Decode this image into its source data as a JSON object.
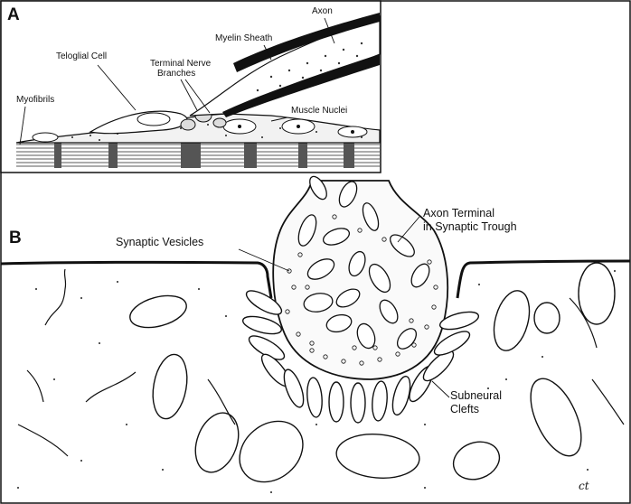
{
  "panel_a": {
    "letter": "A",
    "labels": {
      "axon": "Axon",
      "myelin_sheath": "Myelin Sheath",
      "teloglial_cell": "Teloglial Cell",
      "terminal_nerve_branches_1": "Terminal Nerve",
      "terminal_nerve_branches_2": "Branches",
      "myofibrils": "Myofibrils",
      "muscle_nuclei": "Muscle Nuclei"
    }
  },
  "panel_b": {
    "letter": "B",
    "labels": {
      "synaptic_vesicles": "Synaptic Vesicles",
      "axon_terminal_1": "Axon Terminal",
      "axon_terminal_2": "in Synaptic Trough",
      "subneural_clefts_1": "Subneural",
      "subneural_clefts_2": "Clefts"
    },
    "signature": "ct"
  }
}
